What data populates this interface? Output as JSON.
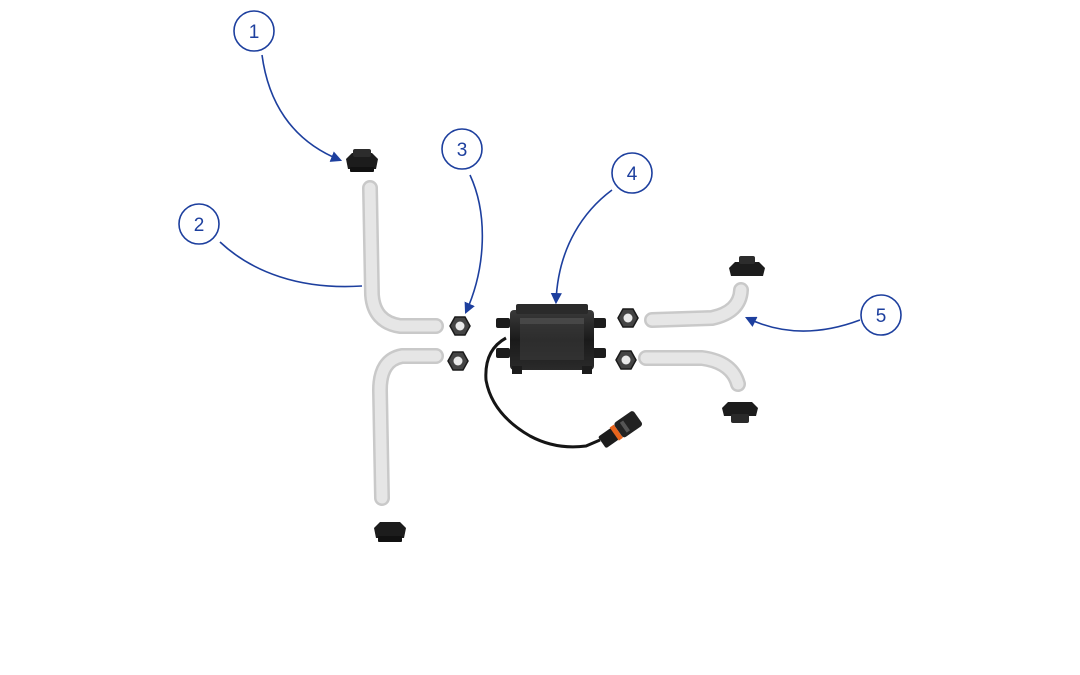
{
  "colors": {
    "accent": "#1d3f9e",
    "hose": "#dcdcdc",
    "hose_edge": "#c4c4c4",
    "part_dark": "#1c1c1c",
    "connector_orange": "#e8641c"
  },
  "callouts": [
    {
      "number": "1"
    },
    {
      "number": "2"
    },
    {
      "number": "3"
    },
    {
      "number": "4"
    },
    {
      "number": "5"
    }
  ]
}
